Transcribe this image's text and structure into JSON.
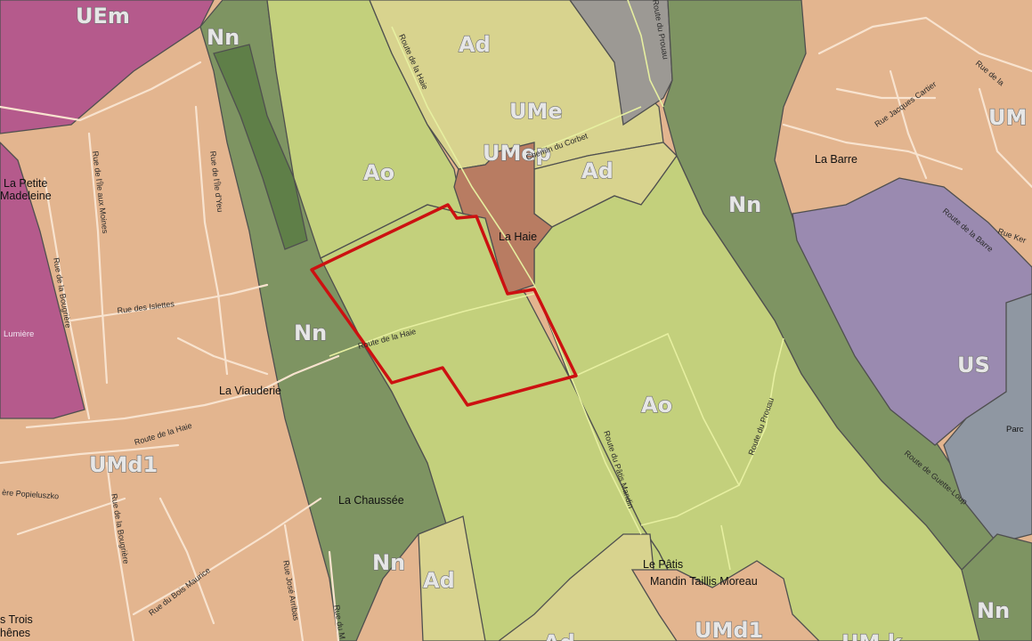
{
  "colors": {
    "urban_dense": "#e3b58f",
    "natural": "#7e9462",
    "natural_dark": "#5f7f48",
    "agricultural": "#c3d07c",
    "agricultural_light": "#d8d38e",
    "equipment_pink": "#b55a8c",
    "hamlet": "#b87c62",
    "sport": "#9a8ab0",
    "grey": "#9c9994",
    "boundary": "#cc1111"
  },
  "zone_labels": {
    "uem": "UEm",
    "nn_top": "Nn",
    "ad_top": "Ad",
    "ume": "UMe",
    "umep": "UMep",
    "ad_mid": "Ad",
    "ao_left": "Ao",
    "nn_mid": "Nn",
    "um_right": "UM",
    "nn_left": "Nn",
    "us": "US",
    "ao_right": "Ao",
    "umd1_left": "UMd1",
    "nn_bottom": "Nn",
    "ad_bottom": "Ad",
    "nn_bottom_right": "Nn",
    "umd1_bottom": "UMd1",
    "umk_bottom": "UM k",
    "ad_bottom2": "Ad"
  },
  "place_labels": {
    "la_petite": "La Petite",
    "madeleine": "Madeleine",
    "la_barre": "La Barre",
    "la_haie": "La Haie",
    "la_viauderie": "La Viauderie",
    "la_chaussee": "La Chaussée",
    "le_patis": "Le Pâtis",
    "mandin_taillis": "Mandin Taillis Moreau",
    "les_trois": "s Trois",
    "chenes": "hênes",
    "lumiere": "Lumière",
    "parc": "Parc"
  },
  "street_labels": {
    "route_haie_top": "Route de la Haie",
    "route_prouau_top": "Route du Prouau",
    "chemin_corbet": "Chemin du Corbet",
    "rue_jacques_cartier": "Rue Jacques Cartier",
    "rue_de_la": "Rue de la",
    "rue_ile_aux_moines": "Rue de l'Île aux Moines",
    "rue_ile_yeu": "Rue de l'Île d'Yeu",
    "route_barre": "Route de la Barre",
    "rue_ker": "Rue Ker",
    "rue_bougriere_left": "Rue de la Bougrière",
    "rue_islettes": "Rue des Islettes",
    "route_haie_mid": "Route de la Haie",
    "route_haie_low": "Route de la Haie",
    "route_patis_mandin": "Route du Pâtis Mandin",
    "route_prouau_low": "Route du Prouau",
    "route_guette_loup": "Route de Guette-Loup",
    "rue_popieluszko": "ère Popieluszko",
    "rue_bougriere_low": "Rue de la Bougrière",
    "rue_bois_maurice": "Rue du Bois Maurice",
    "rue_jose_arribas": "Rue José Arribas",
    "rue_du_m": "Rue du M"
  }
}
